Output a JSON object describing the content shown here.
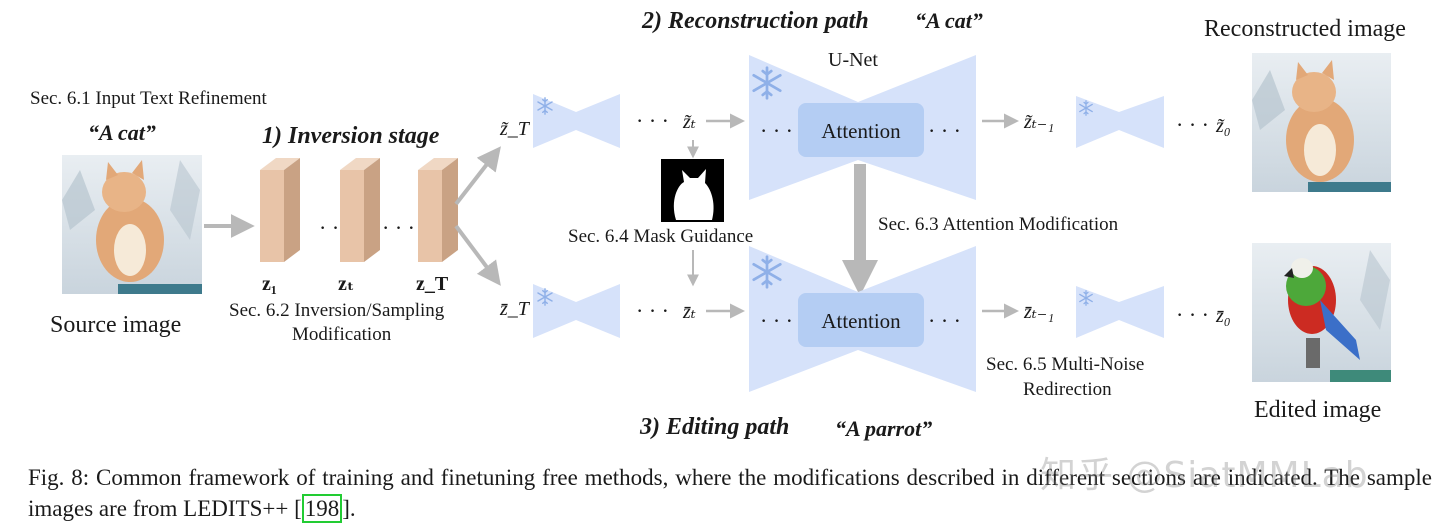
{
  "labels": {
    "input_refine": "Sec. 6.1 Input Text Refinement",
    "prompt_source": "“A cat”",
    "source_image": "Source image",
    "inversion_stage": "1) Inversion stage",
    "z1": "z₁",
    "zt": "zₜ",
    "zT": "z_T",
    "inv_sampling_1": "Sec. 6.2 Inversion/Sampling",
    "inv_sampling_2": "Modification",
    "recon_path": "2) Reconstruction path",
    "prompt_recon": "“A cat”",
    "unet": "U-Net",
    "attention_top": "Attention",
    "attention_bottom": "Attention",
    "attn_mod": "Sec. 6.3 Attention Modification",
    "mask_guidance": "Sec. 6.4 Mask Guidance",
    "editing_path": "3) Editing path",
    "prompt_edit": "“A parrot”",
    "multi_noise_1": "Sec. 6.5 Multi-Noise",
    "multi_noise_2": "Redirection",
    "reconstructed_image": "Reconstructed image",
    "edited_image": "Edited image",
    "ztilde_T": "z̃_T",
    "ztilde_t": "z̃ₜ",
    "ztilde_t1": "z̃ₜ₋₁",
    "ztilde_0": "z̃₀",
    "zbar_T": "z̄_T",
    "zbar_t": "z̄ₜ",
    "zbar_t1": "z̄ₜ₋₁",
    "zbar_0": "z̄₀",
    "dots": "· · ·"
  },
  "caption": {
    "text_before_ref": "Fig. 8: Common framework of training and finetuning free methods, where the modifications described in different sections are indicated. The sample images are from LEDITS++ [",
    "ref": "198",
    "text_after_ref": "]."
  },
  "watermark": "知乎 @SiatMMLab",
  "colors": {
    "unet_fill": "#d6e2fa",
    "attention_fill": "#b4cdf3",
    "feature_fill": "#e8c4a8",
    "arrow": "#b8b8b8",
    "snowflake": "#8fb0e8",
    "ref_box": "#22cc33"
  },
  "icons": [
    "snowflake-icon",
    "cat-photo",
    "parrot-photo",
    "mask-icon"
  ]
}
